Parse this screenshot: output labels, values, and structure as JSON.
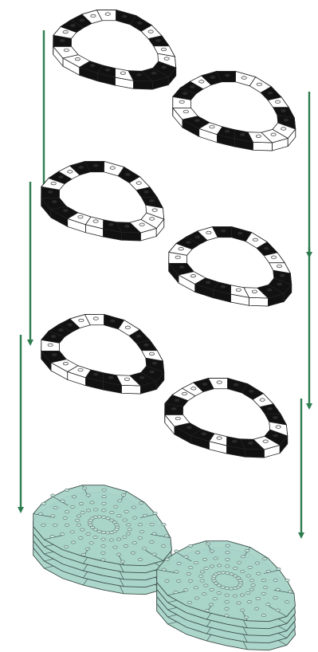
{
  "colors": {
    "background": "#ffffff",
    "arrow": "#2e7d4f",
    "black_brick": "#111111",
    "white_brick": "#ffffff",
    "outline": "#222222",
    "assembled_fill": "#a9d4c8",
    "assembled_line": "#3b4d48"
  },
  "diagram": {
    "columns": [
      {
        "layers": [
          {
            "pattern": [
              1,
              1,
              0,
              1,
              1,
              0,
              0,
              1,
              0,
              1,
              1,
              0,
              0,
              1,
              1,
              0,
              1,
              0,
              0,
              1
            ]
          },
          {
            "pattern": [
              0,
              1,
              1,
              0,
              0,
              1,
              1,
              1,
              0,
              1,
              0,
              1,
              1,
              0,
              1,
              0,
              1,
              1,
              0,
              0
            ]
          },
          {
            "pattern": [
              1,
              0,
              1,
              1,
              0,
              0,
              1,
              0,
              1,
              1,
              1,
              0,
              0,
              1,
              0,
              1,
              1,
              0,
              1,
              1
            ]
          }
        ],
        "assembled": true
      },
      {
        "layers": [
          {
            "pattern": [
              0,
              0,
              1,
              1,
              0,
              1,
              0,
              0,
              1,
              1,
              0,
              1,
              1,
              0,
              0,
              1,
              0,
              1,
              1,
              0
            ]
          },
          {
            "pattern": [
              1,
              0,
              0,
              1,
              1,
              0,
              1,
              0,
              0,
              1,
              1,
              0,
              1,
              1,
              0,
              1,
              0,
              0,
              1,
              1
            ]
          },
          {
            "pattern": [
              0,
              1,
              1,
              0,
              1,
              1,
              0,
              1,
              1,
              0,
              0,
              1,
              0,
              1,
              1,
              0,
              1,
              1,
              0,
              1
            ]
          }
        ],
        "assembled": true
      }
    ]
  }
}
